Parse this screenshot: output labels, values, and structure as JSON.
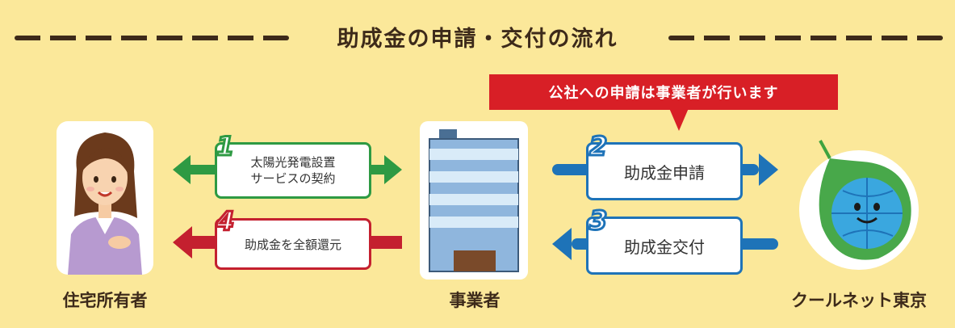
{
  "title": "助成金の申請・交付の流れ",
  "callout": "公社への申請は事業者が行います",
  "steps": [
    {
      "number": "1",
      "lines": [
        "太陽光発電設置",
        "サービスの契約"
      ]
    },
    {
      "number": "2",
      "lines": [
        "助成金申請"
      ]
    },
    {
      "number": "3",
      "lines": [
        "助成金交付"
      ]
    },
    {
      "number": "4",
      "lines": [
        "助成金を全額還元"
      ]
    }
  ],
  "actors": {
    "homeowner": "住宅所有者",
    "business": "事業者",
    "coolnet": "クールネット東京"
  },
  "colors": {
    "background": "#fbe89a",
    "green": "#2e9a43",
    "red": "#c4202f",
    "blue": "#1e73b8",
    "callout": "#d81f26",
    "text": "#3d2a1a"
  },
  "icons": {
    "homeowner": "woman-icon",
    "business": "office-building-icon",
    "coolnet": "coolnet-tokyo-mascot-icon"
  }
}
